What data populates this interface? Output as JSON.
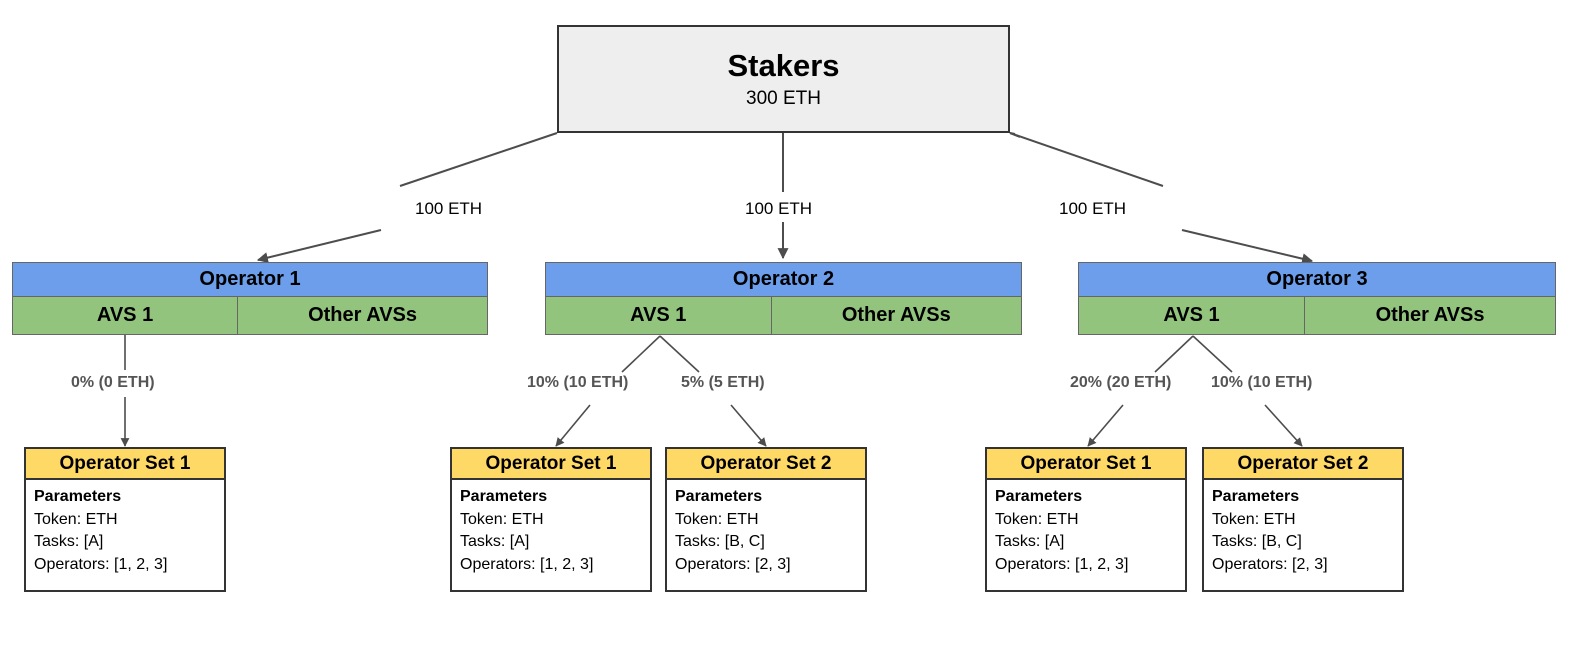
{
  "diagram": {
    "title": "EigenLayer Stakers / Operators / Operator Sets delegation diagram",
    "colors": {
      "stakers_fill": "#eeeeee",
      "operator_header_fill": "#6d9eeb",
      "avs_fill": "#93c47d",
      "operator_set_header_fill": "#ffd966",
      "card_body_fill": "#ffffff",
      "border": "#333333",
      "pct_label": "#555555"
    }
  },
  "stakers": {
    "title": "Stakers",
    "amount": "300 ETH"
  },
  "delegation_labels": [
    {
      "text": "100 ETH"
    },
    {
      "text": "100 ETH"
    },
    {
      "text": "100 ETH"
    }
  ],
  "operators": [
    {
      "name": "Operator 1",
      "avs_label": "AVS 1",
      "other_label": "Other AVSs"
    },
    {
      "name": "Operator 2",
      "avs_label": "AVS 1",
      "other_label": "Other AVSs"
    },
    {
      "name": "Operator 3",
      "avs_label": "AVS 1",
      "other_label": "Other AVSs"
    }
  ],
  "allocation_labels": [
    {
      "text": "0% (0 ETH)"
    },
    {
      "text": "10% (10 ETH)"
    },
    {
      "text": "5% (5 ETH)"
    },
    {
      "text": "20% (20 ETH)"
    },
    {
      "text": "10% (10 ETH)"
    }
  ],
  "operator_sets": [
    {
      "title": "Operator Set 1",
      "params_heading": "Parameters",
      "token": "Token: ETH",
      "tasks": "Tasks: [A]",
      "operators": "Operators: [1, 2, 3]"
    },
    {
      "title": "Operator Set 1",
      "params_heading": "Parameters",
      "token": "Token: ETH",
      "tasks": "Tasks: [A]",
      "operators": "Operators: [1, 2, 3]"
    },
    {
      "title": "Operator Set 2",
      "params_heading": "Parameters",
      "token": "Token: ETH",
      "tasks": "Tasks: [B, C]",
      "operators": "Operators: [2, 3]"
    },
    {
      "title": "Operator Set 1",
      "params_heading": "Parameters",
      "token": "Token: ETH",
      "tasks": "Tasks: [A]",
      "operators": "Operators: [1, 2, 3]"
    },
    {
      "title": "Operator Set 2",
      "params_heading": "Parameters",
      "token": "Token: ETH",
      "tasks": "Tasks: [B, C]",
      "operators": "Operators: [2, 3]"
    }
  ]
}
